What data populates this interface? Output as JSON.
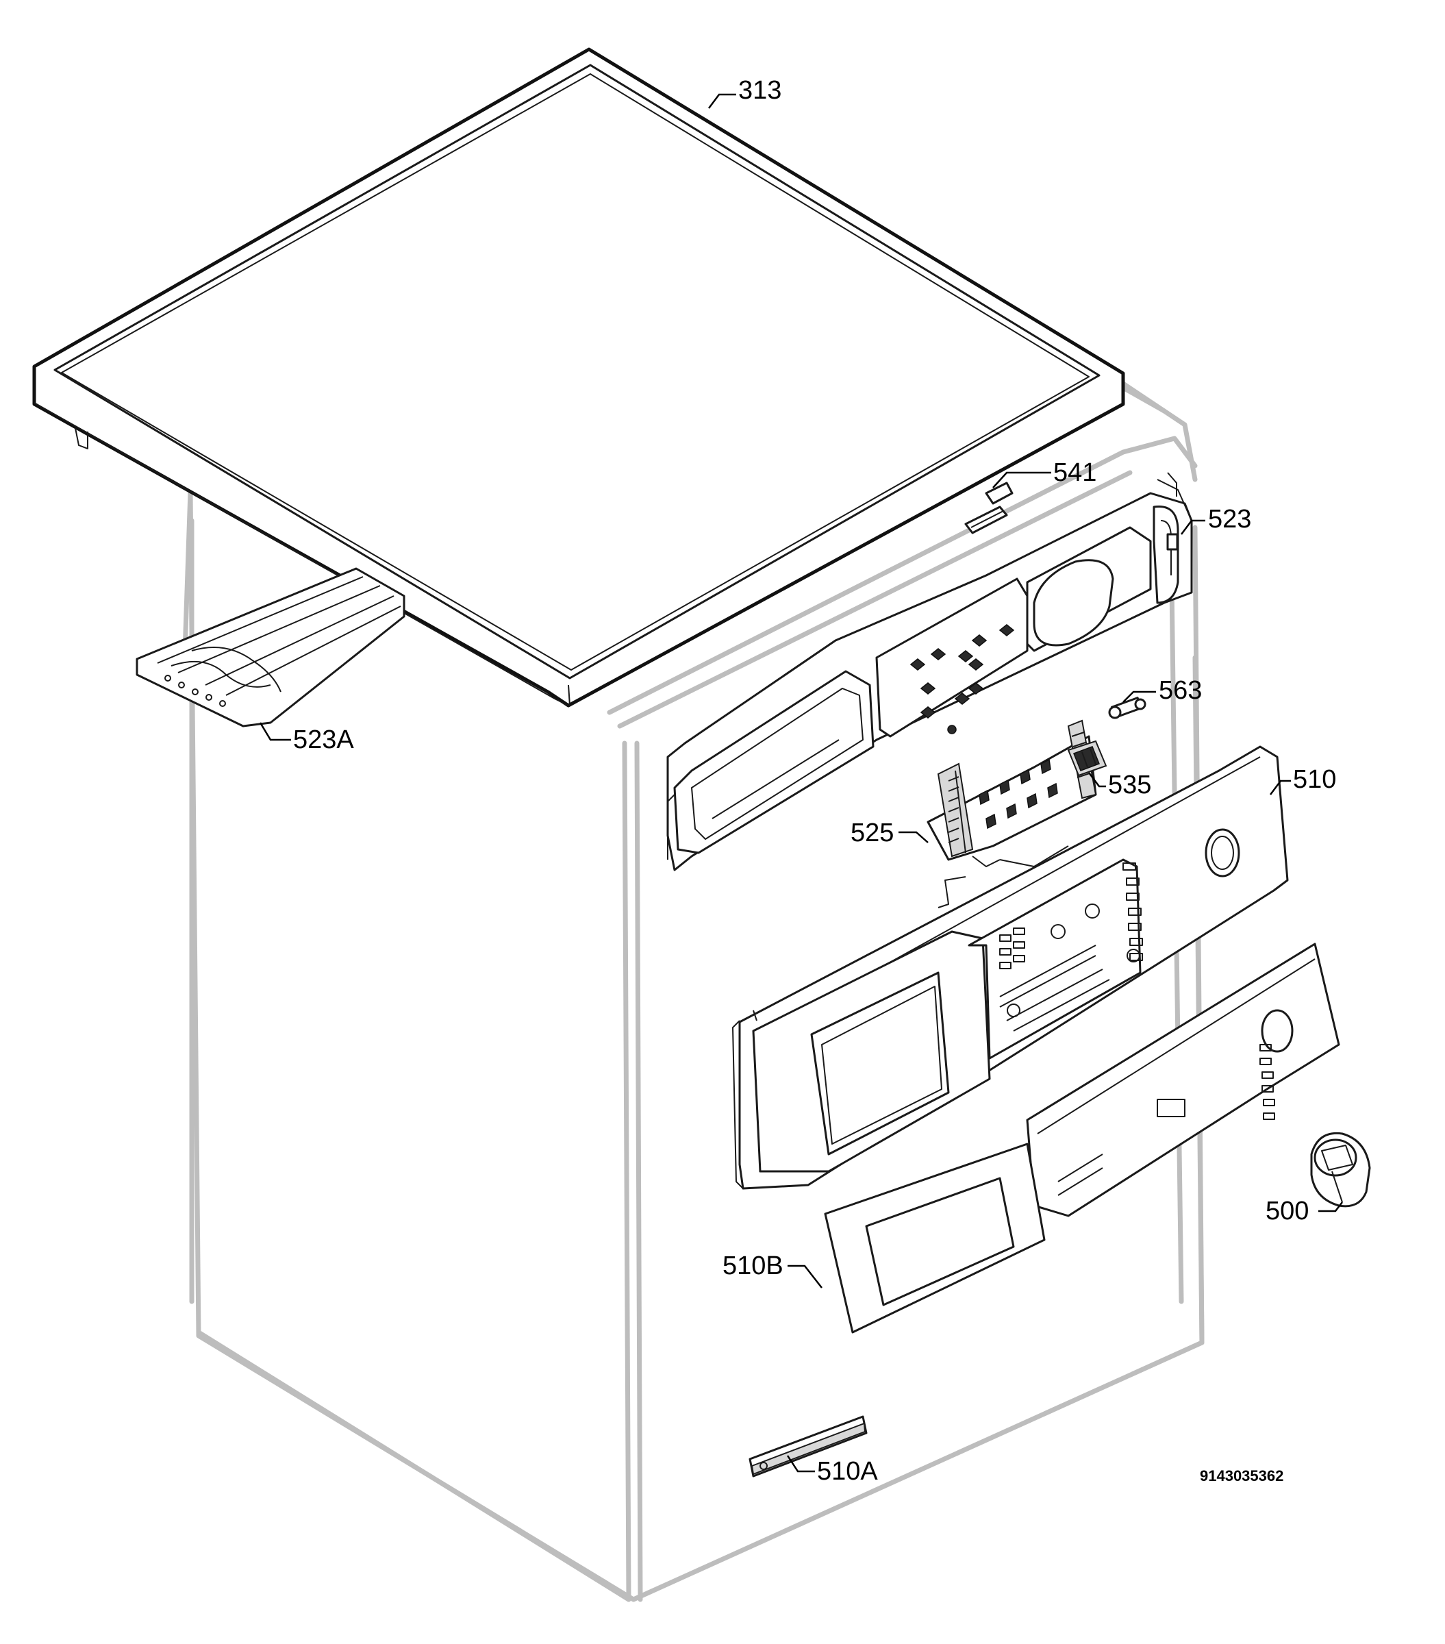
{
  "diagram": {
    "callouts": {
      "c313": "313",
      "c541": "541",
      "c523": "523",
      "c523A": "523A",
      "c563": "563",
      "c535": "535",
      "c510": "510",
      "c525": "525",
      "c500": "500",
      "c510B": "510B",
      "c510A": "510A"
    },
    "drawing_number": "9143035362"
  }
}
